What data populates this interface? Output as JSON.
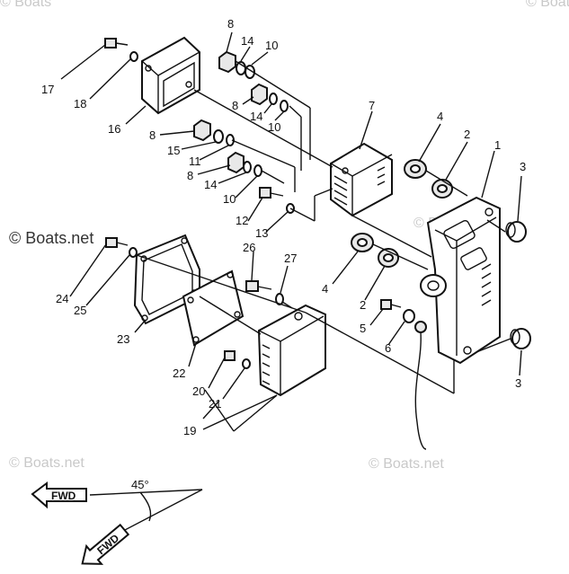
{
  "watermarks": {
    "top_left": "© Boats",
    "top_right": "© Boat",
    "main": "© Boats.net",
    "mid": "© Boats.net",
    "bottom_left": "© Boats.net",
    "bottom_right": "© Boats.net"
  },
  "orientation": {
    "fwd_label": "FWD",
    "angle_label": "45°",
    "fwd2_label": "FWD"
  },
  "callouts": [
    {
      "id": "c1",
      "label": "1"
    },
    {
      "id": "c2a",
      "label": "2"
    },
    {
      "id": "c2b",
      "label": "2"
    },
    {
      "id": "c3a",
      "label": "3"
    },
    {
      "id": "c3b",
      "label": "3"
    },
    {
      "id": "c4a",
      "label": "4"
    },
    {
      "id": "c4b",
      "label": "4"
    },
    {
      "id": "c5",
      "label": "5"
    },
    {
      "id": "c6",
      "label": "6"
    },
    {
      "id": "c7",
      "label": "7"
    },
    {
      "id": "c8a",
      "label": "8"
    },
    {
      "id": "c8b",
      "label": "8"
    },
    {
      "id": "c8c",
      "label": "8"
    },
    {
      "id": "c8d",
      "label": "8"
    },
    {
      "id": "c10a",
      "label": "10"
    },
    {
      "id": "c10b",
      "label": "10"
    },
    {
      "id": "c10c",
      "label": "10"
    },
    {
      "id": "c11",
      "label": "11"
    },
    {
      "id": "c12",
      "label": "12"
    },
    {
      "id": "c13",
      "label": "13"
    },
    {
      "id": "c14a",
      "label": "14"
    },
    {
      "id": "c14b",
      "label": "14"
    },
    {
      "id": "c14c",
      "label": "14"
    },
    {
      "id": "c15",
      "label": "15"
    },
    {
      "id": "c16",
      "label": "16"
    },
    {
      "id": "c17",
      "label": "17"
    },
    {
      "id": "c18",
      "label": "18"
    },
    {
      "id": "c19",
      "label": "19"
    },
    {
      "id": "c20",
      "label": "20"
    },
    {
      "id": "c21",
      "label": "21"
    },
    {
      "id": "c22",
      "label": "22"
    },
    {
      "id": "c23",
      "label": "23"
    },
    {
      "id": "c24",
      "label": "24"
    },
    {
      "id": "c25",
      "label": "25"
    },
    {
      "id": "c26",
      "label": "26"
    },
    {
      "id": "c27",
      "label": "27"
    }
  ]
}
